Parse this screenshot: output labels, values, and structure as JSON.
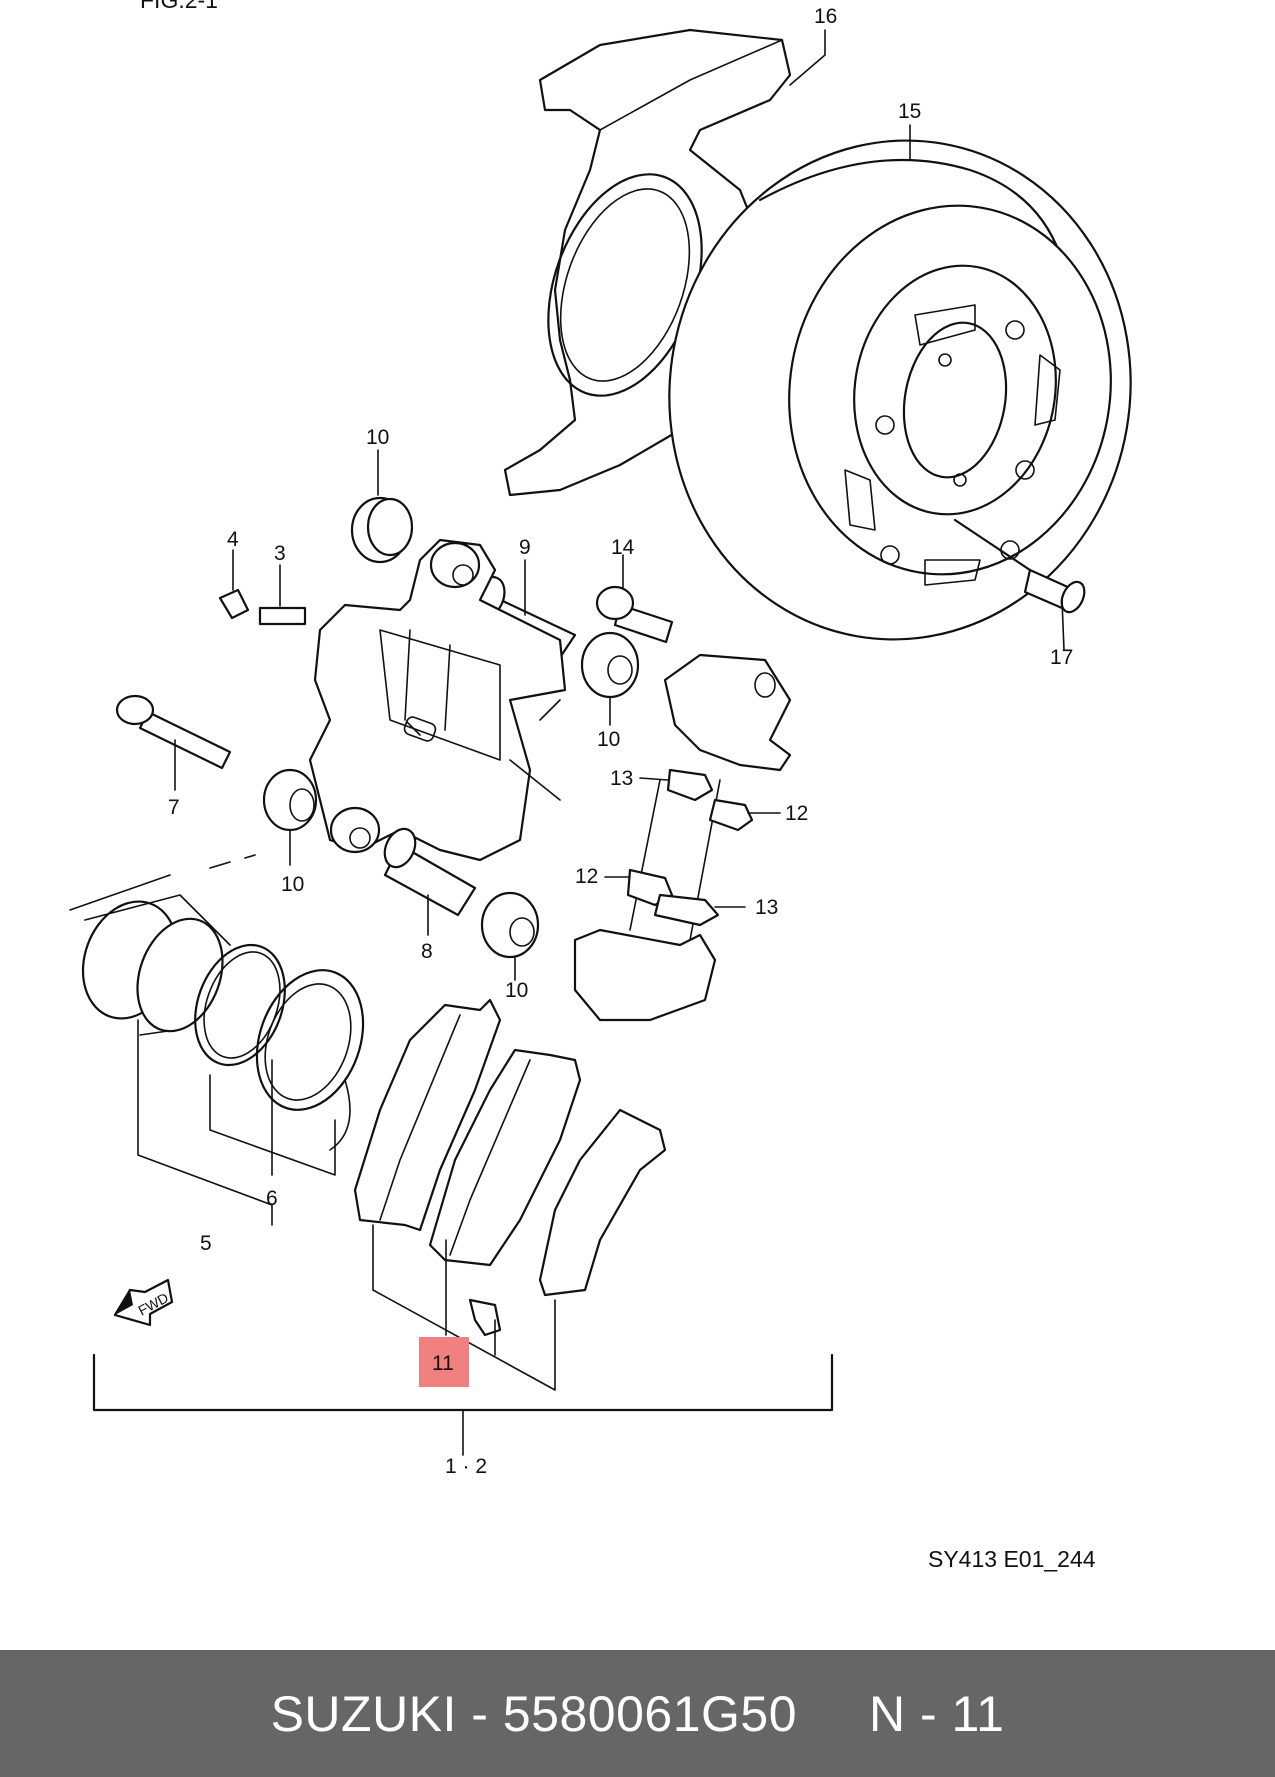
{
  "diagram": {
    "header_fragment": "FIG.2-1",
    "labels": {
      "p16": "16",
      "p15": "15",
      "p10a": "10",
      "p4": "4",
      "p3": "3",
      "p9": "9",
      "p14": "14",
      "p10b": "10",
      "p17": "17",
      "p7": "7",
      "p13a": "13",
      "p12a": "12",
      "p10c": "10",
      "p12b": "12",
      "p13b": "13",
      "p8": "8",
      "p10d": "10",
      "p6": "6",
      "p5": "5",
      "p11": "11",
      "p12sub": "1 · 2"
    },
    "fwd_label": "FWD",
    "reference_code": "SY413 E01_244",
    "highlight_color": "#f08080"
  },
  "footer": {
    "text": "SUZUKI - 5580061G50     N - 11"
  }
}
